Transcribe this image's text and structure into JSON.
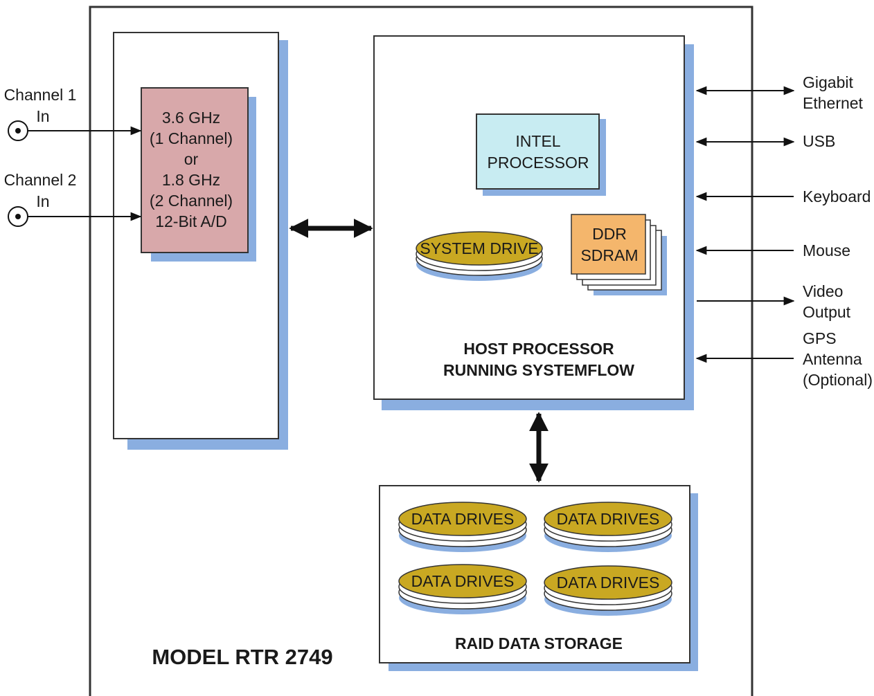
{
  "model_label": "MODEL RTR 2749",
  "inputs": [
    {
      "line1": "Channel 1",
      "line2": "In"
    },
    {
      "line1": "Channel 2",
      "line2": "In"
    }
  ],
  "adc": {
    "lines": [
      "3.6 GHz",
      "(1 Channel)",
      "or",
      "1.8 GHz",
      "(2 Channel)",
      "12-Bit A/D"
    ]
  },
  "host": {
    "processor_lines": [
      "INTEL",
      "PROCESSOR"
    ],
    "system_drive": "SYSTEM DRIVE",
    "memory_lines": [
      "DDR",
      "SDRAM"
    ],
    "caption_lines": [
      "HOST PROCESSOR",
      "RUNNING SYSTEMFLOW"
    ]
  },
  "io_ports": [
    {
      "lines": [
        "Gigabit",
        "Ethernet"
      ],
      "direction": "bidirectional"
    },
    {
      "lines": [
        "USB"
      ],
      "direction": "bidirectional"
    },
    {
      "lines": [
        "Keyboard"
      ],
      "direction": "in"
    },
    {
      "lines": [
        "Mouse"
      ],
      "direction": "in"
    },
    {
      "lines": [
        "Video",
        "Output"
      ],
      "direction": "out"
    },
    {
      "lines": [
        "GPS",
        "Antenna",
        "(Optional)"
      ],
      "direction": "in"
    }
  ],
  "storage": {
    "drive_label": "DATA DRIVES",
    "caption": "RAID DATA STORAGE"
  },
  "colors": {
    "shadow": "#8aaee0",
    "adc_fill": "#d8a8aa",
    "processor_fill": "#c8ecf2",
    "memory_fill": "#f4b66c",
    "drive_top": "#c9a822",
    "outline": "#333333"
  }
}
